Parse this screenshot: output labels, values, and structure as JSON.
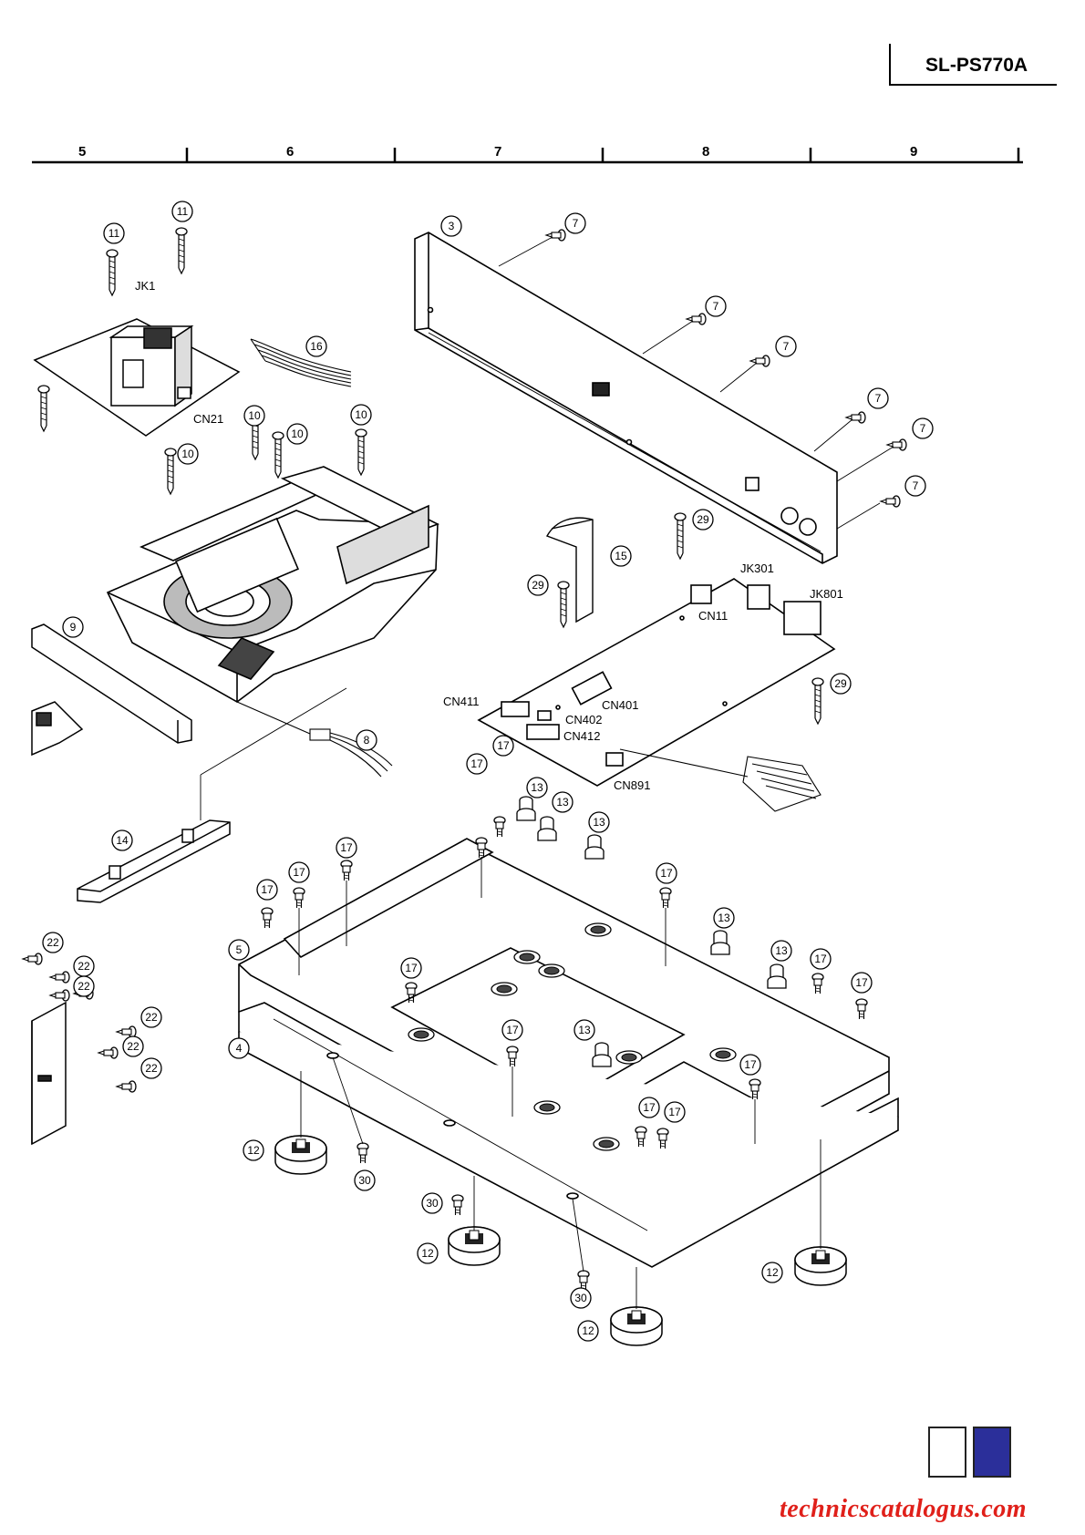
{
  "header": {
    "model": "SL-PS770A"
  },
  "ruler": {
    "numbers": [
      "5",
      "6",
      "7",
      "8",
      "9"
    ]
  },
  "connector_labels": {
    "jk1": "JK1",
    "cn21": "CN21",
    "jk301": "JK301",
    "jk801": "JK801",
    "cn11": "CN11",
    "cn411": "CN411",
    "cn401": "CN401",
    "cn402": "CN402",
    "cn412": "CN412",
    "cn891": "CN891"
  },
  "part_numbers": {
    "p3": "3",
    "p4": "4",
    "p5": "5",
    "p7": "7",
    "p8": "8",
    "p9": "9",
    "p10": "10",
    "p11": "11",
    "p12": "12",
    "p13": "13",
    "p14": "14",
    "p15": "15",
    "p16": "16",
    "p17": "17",
    "p22": "22",
    "p29": "29",
    "p30": "30"
  },
  "nav": {
    "left_color": "#ffffff",
    "right_color": "#2b2f9a"
  },
  "watermark": "technicscatalogus.com"
}
